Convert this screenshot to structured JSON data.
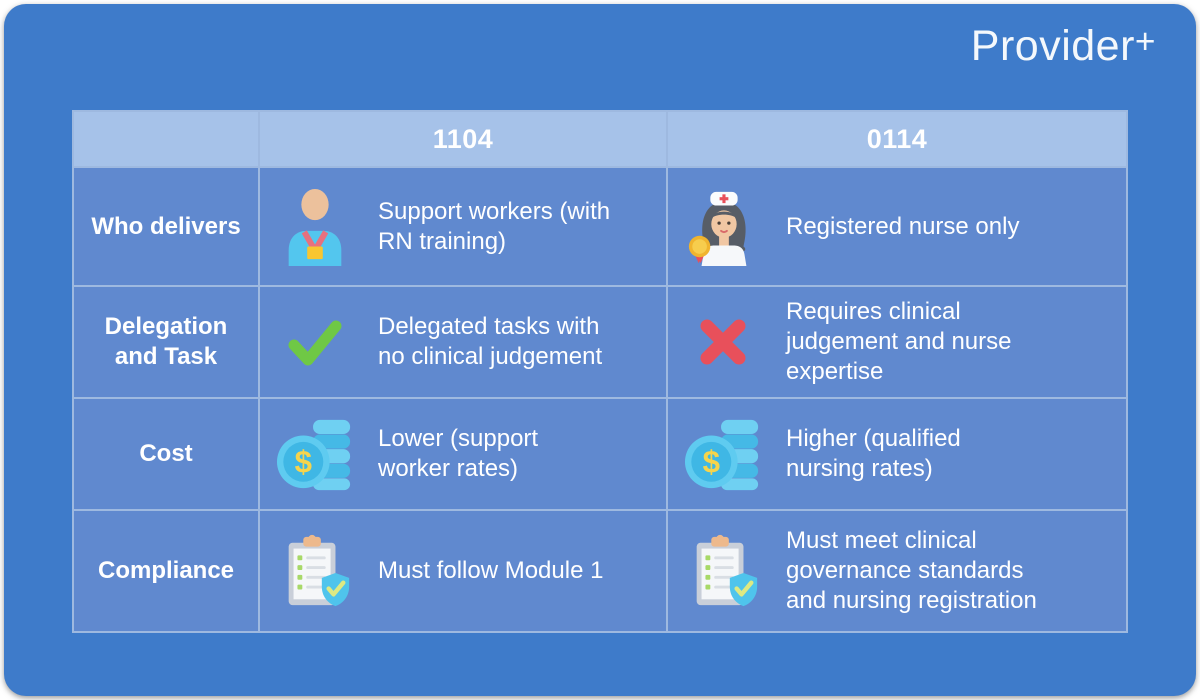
{
  "logo": {
    "text": "Provider",
    "plus": "+"
  },
  "colors": {
    "page_bg": "#FFFFFF",
    "card_bg": "#3E7BCA",
    "header_bg": "#A6C2E9",
    "cell_bg": "#6089CF",
    "grid_line": "#9EB9E0",
    "text": "#FFFFFF",
    "check_green": "#6FC845",
    "cross_red": "#E8505B",
    "coin_blue": "#4FC3EC",
    "medal_gold": "#F0B42E"
  },
  "table": {
    "columns": [
      {
        "header": ""
      },
      {
        "header": "1104"
      },
      {
        "header": "0114"
      }
    ],
    "rows": [
      {
        "label": "Who delivers",
        "a_icon": "support-worker-icon",
        "a_text": "Support workers (with\nRN training)",
        "b_icon": "nurse-icon",
        "b_text": "Registered nurse only"
      },
      {
        "label": "Delegation\nand Task",
        "a_icon": "checkmark-icon",
        "a_text": "Delegated tasks with\nno clinical judgement",
        "b_icon": "cross-icon",
        "b_text": "Requires clinical\njudgement and nurse\nexpertise"
      },
      {
        "label": "Cost",
        "a_icon": "coins-icon",
        "a_text": "Lower (support\nworker rates)",
        "b_icon": "coins-icon",
        "b_text": "Higher  (qualified\nnursing rates)"
      },
      {
        "label": "Compliance",
        "a_icon": "clipboard-shield-icon",
        "a_text": "Must follow Module 1",
        "b_icon": "clipboard-shield-icon",
        "b_text": "Must meet clinical\ngovernance standards\nand nursing registration"
      }
    ]
  }
}
